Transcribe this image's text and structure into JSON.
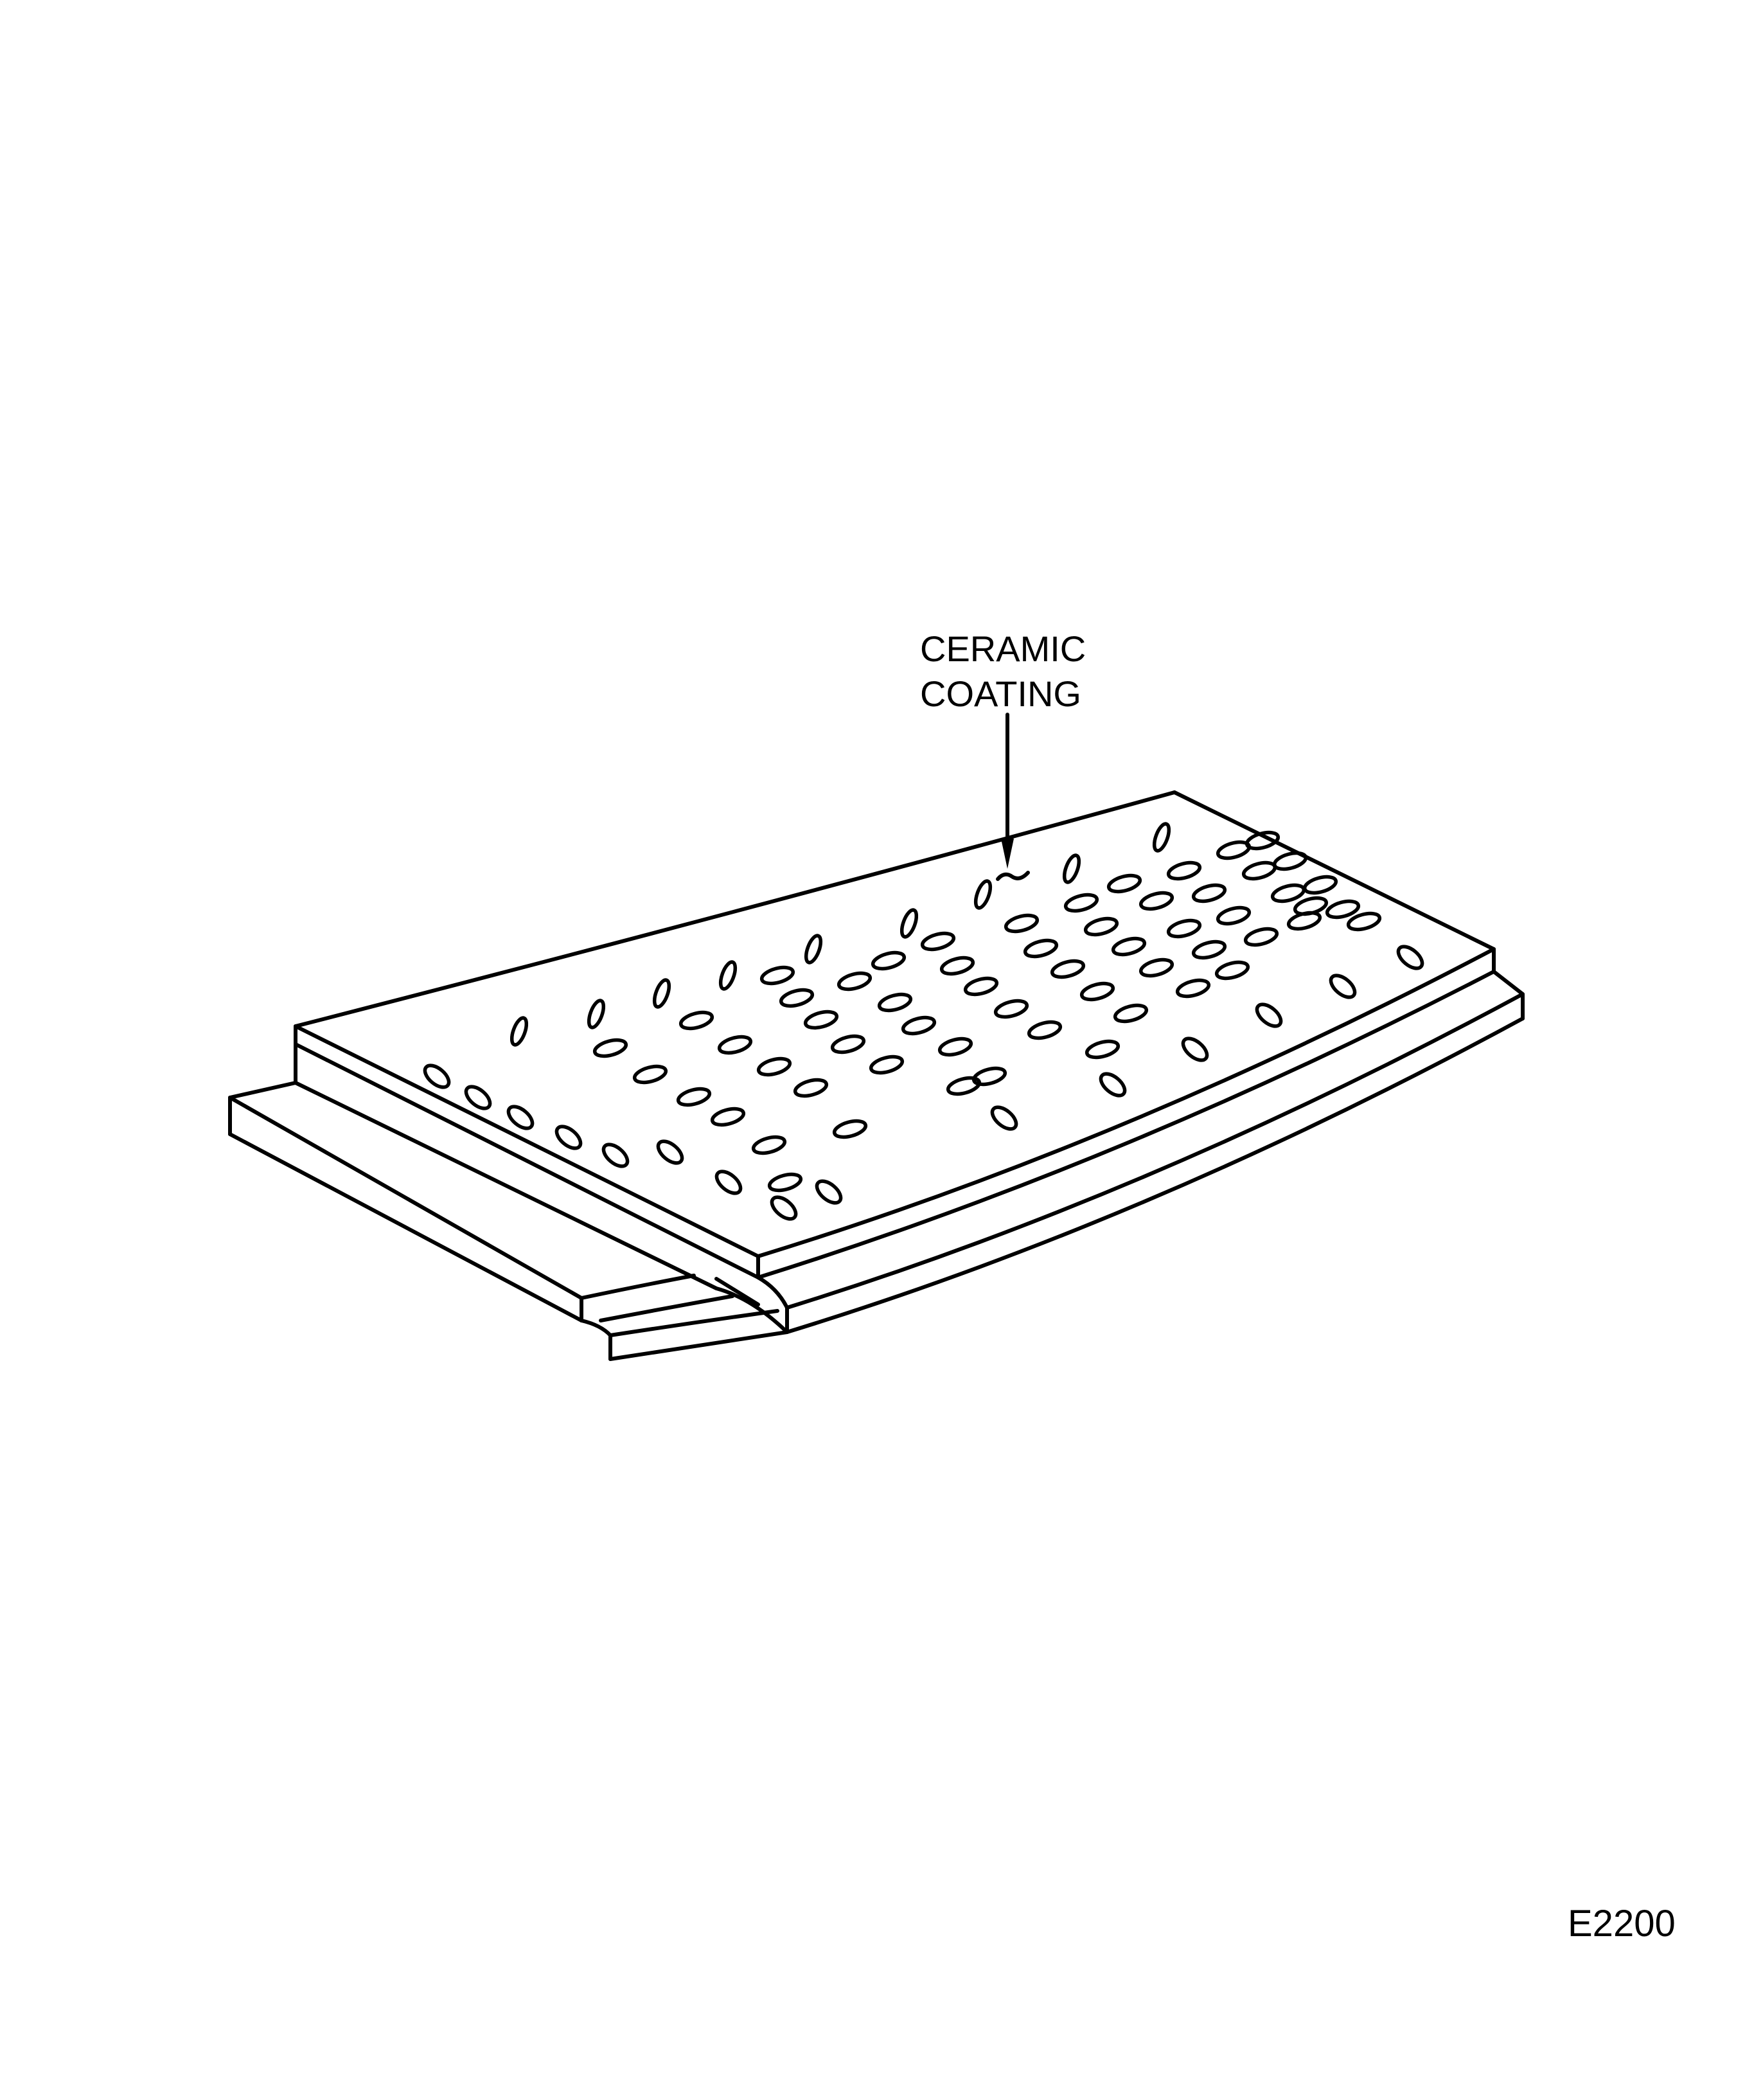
{
  "figure": {
    "subject": "Curved perforated plate with ceramic coating (isometric line drawing)",
    "callout": {
      "line1": "CERAMIC",
      "line2": "COATING",
      "pointer": "arrow pointing down to top surface"
    },
    "figure_id": "E2200",
    "colors": {
      "line": "#000000",
      "background": "#ffffff"
    }
  }
}
